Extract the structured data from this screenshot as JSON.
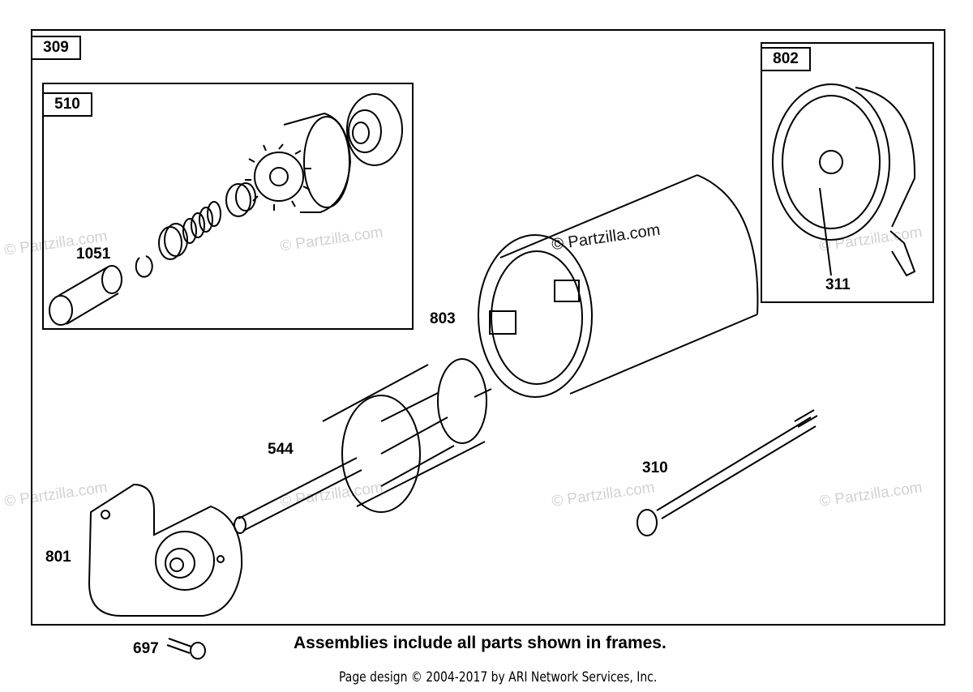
{
  "assembly": {
    "main_label": "309",
    "sub_frames": [
      {
        "label": "510"
      },
      {
        "label": "802"
      }
    ]
  },
  "callouts": {
    "p1051": "1051",
    "p803": "803",
    "p544": "544",
    "p310": "310",
    "p801": "801",
    "p311": "311",
    "p697": "697"
  },
  "watermarks": {
    "dark": "© Partzilla.com",
    "light": "© Partzilla.com"
  },
  "footer": {
    "note": "Assemblies include all parts shown in frames.",
    "credit": "Page design © 2004-2017 by ARI Network Services, Inc."
  }
}
